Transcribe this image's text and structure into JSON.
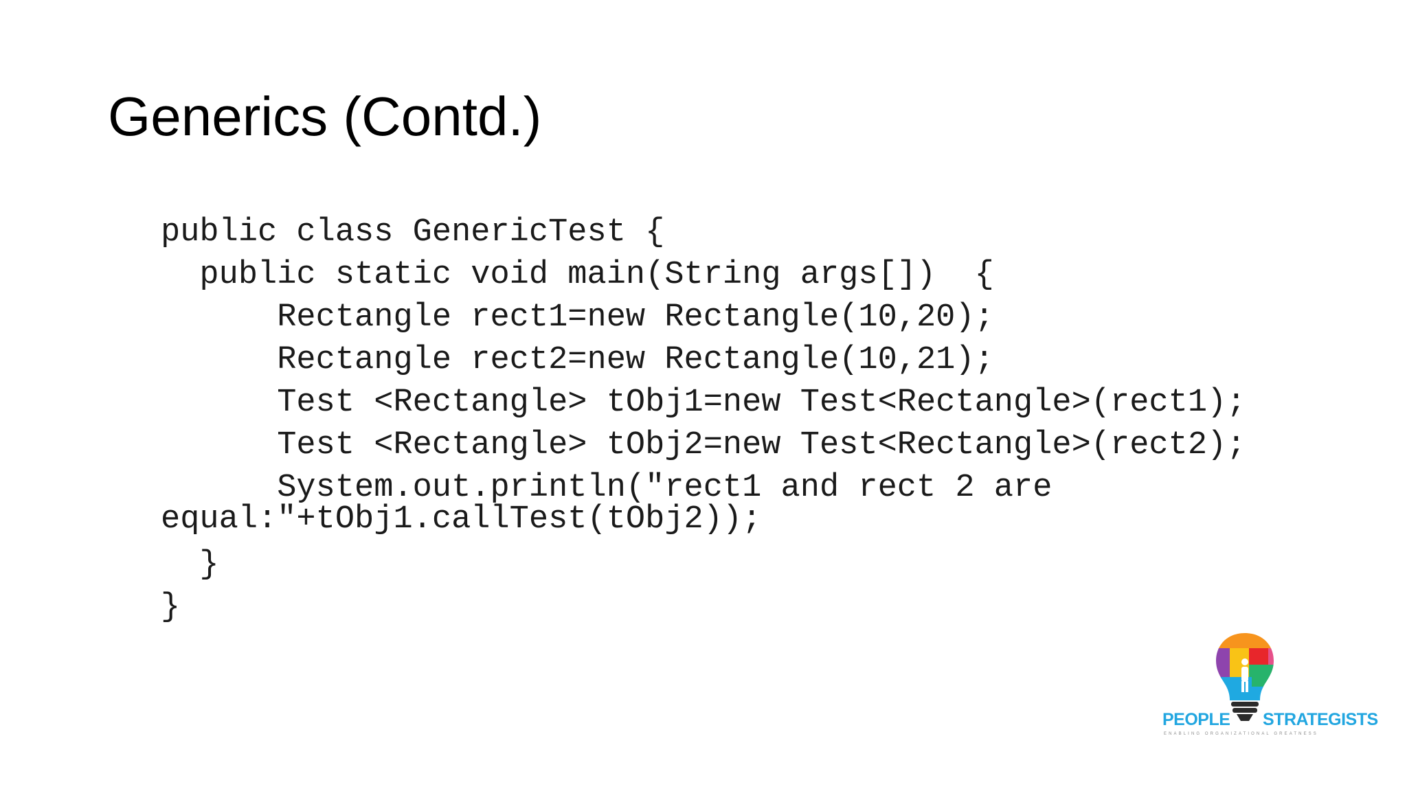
{
  "slide": {
    "title": "Generics (Contd.)",
    "code_lines": [
      "public class GenericTest {",
      "  public static void main(String args[])  {",
      "      Rectangle rect1=new Rectangle(10,20);",
      "      Rectangle rect2=new Rectangle(10,21);",
      "      Test <Rectangle> tObj1=new Test<Rectangle>(rect1);",
      "      Test <Rectangle> tObj2=new Test<Rectangle>(rect2);",
      "      System.out.println(\"rect1 and rect 2 are",
      "equal:\"+tObj1.callTest(tObj2));",
      "  }",
      "}"
    ]
  },
  "logo": {
    "word1": "PEOPLE",
    "word2": "STRATEGISTS",
    "tagline": "ENABLING ORGANIZATIONAL GREATNESS",
    "colors": {
      "text": "#22a6e0",
      "orange": "#f7941d",
      "purple": "#8e44ad",
      "red": "#e8262b",
      "yellow": "#f9c316",
      "pink": "#e6508a",
      "blue": "#1fa9e1",
      "green": "#27b36b",
      "base": "#2b2b2b"
    }
  }
}
